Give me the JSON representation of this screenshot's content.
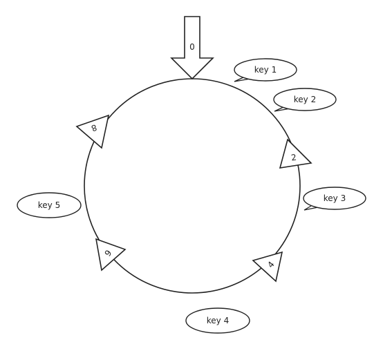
{
  "diagram": {
    "start_marker": {
      "label": "0"
    },
    "nodes": [
      {
        "label": "2"
      },
      {
        "label": "4"
      },
      {
        "label": "6"
      },
      {
        "label": "8"
      }
    ],
    "keys": [
      {
        "label": "key 1"
      },
      {
        "label": "key 2"
      },
      {
        "label": "key 3"
      },
      {
        "label": "key 4"
      },
      {
        "label": "key 5"
      }
    ],
    "colors": {
      "stroke": "#222222",
      "background": "#ffffff"
    }
  }
}
